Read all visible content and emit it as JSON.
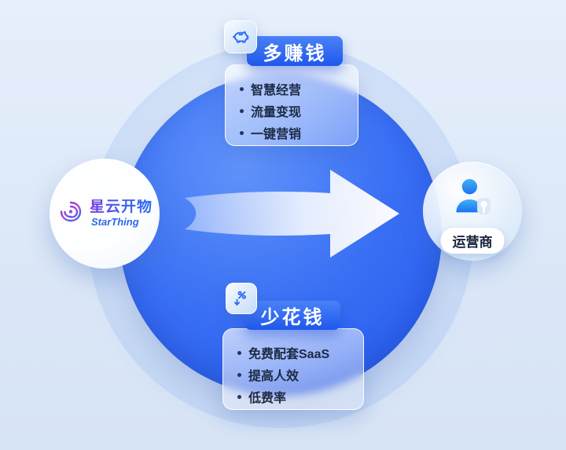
{
  "logo": {
    "cn": "星云开物",
    "en": "StarThing"
  },
  "operator": {
    "label": "运营商"
  },
  "earn_card": {
    "title": "多赚钱",
    "items": [
      "智慧经营",
      "流量变现",
      "一键营销"
    ]
  },
  "save_card": {
    "title": "少花钱",
    "items": [
      "免费配套SaaS",
      "提高人效",
      "低费率"
    ]
  },
  "icons": {
    "earn": "piggy-bank-icon",
    "save": "discount-down-icon",
    "operator": "person-icon",
    "logo": "spiral-galaxy-icon"
  },
  "colors": {
    "background": "#dbe7f7",
    "circle_blue": "#2f66f2",
    "pill_blue": "#2a62ef",
    "accent_icon_blue": "#2a6cf2",
    "text_dark": "#1c2a44"
  }
}
